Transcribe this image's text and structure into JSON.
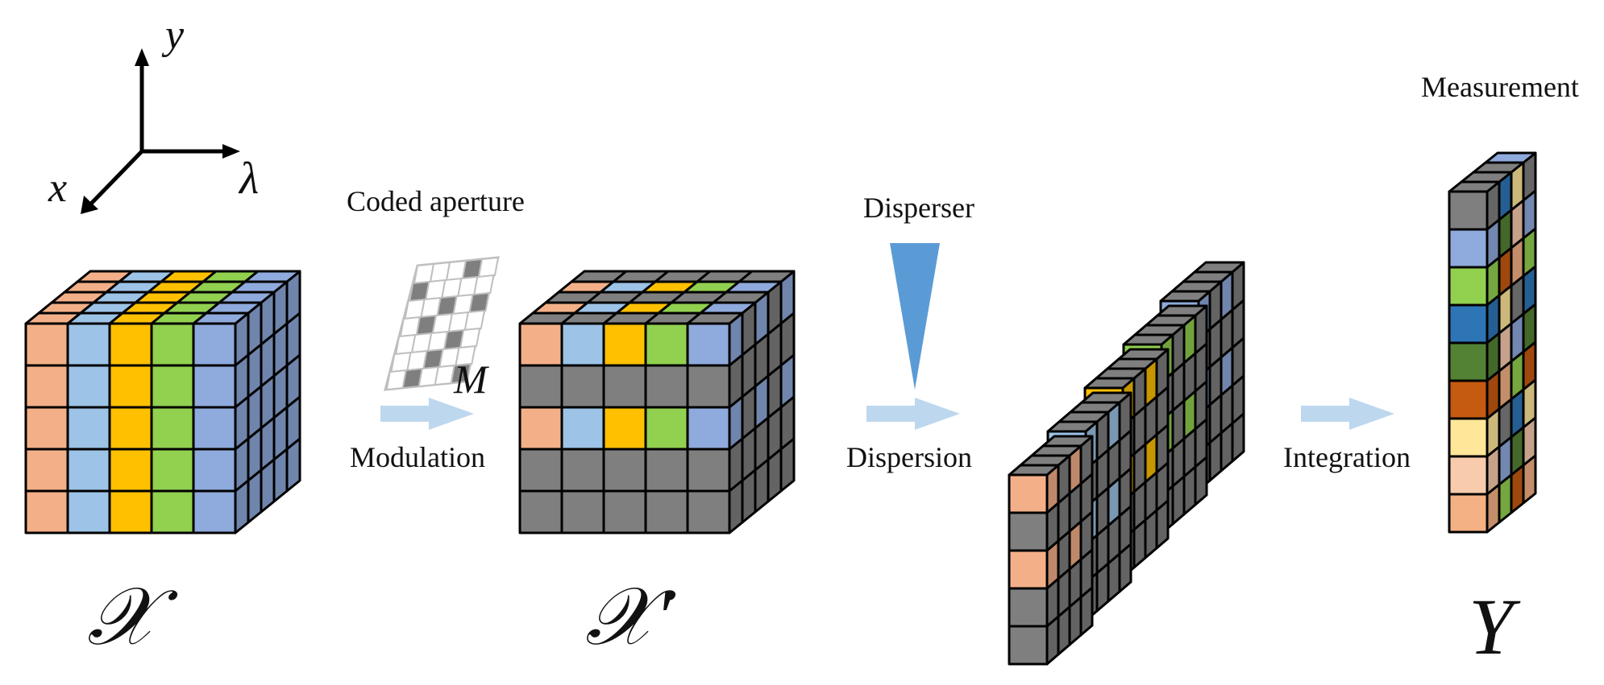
{
  "axes": {
    "y_label": "y",
    "x_label": "x",
    "lambda_label": "λ"
  },
  "labels": {
    "coded_aperture": "Coded aperture",
    "mask": "M",
    "modulation": "Modulation",
    "disperser": "Disperser",
    "dispersion": "Dispersion",
    "integration": "Integration",
    "measurement": "Measurement"
  },
  "symbols": {
    "input_cube": "𝒳",
    "modulated_cube": "𝒳′",
    "measurement": "Y"
  },
  "colors": {
    "salmon": "#F3B088",
    "lightblue": "#9DC3E6",
    "yellow": "#FFC000",
    "green": "#92D050",
    "periwinkle": "#8FAADC",
    "gray": "#7F7F7F",
    "arrow": "#BDD7EE",
    "prism": "#5B9BD5",
    "edge": "#000000"
  },
  "spectral_bands": [
    "salmon",
    "lightblue",
    "yellow",
    "green",
    "periwinkle"
  ],
  "modulated_band_mask": [
    "salmon",
    "gray",
    "lightblue",
    "gray",
    "gray"
  ],
  "measurement_column": [
    "#7F7F7F",
    "#8FAADC",
    "#92D050",
    "#2E75B6",
    "#548235",
    "#C55A11",
    "#FFE699",
    "#F8CBAD",
    "#F4B183"
  ]
}
